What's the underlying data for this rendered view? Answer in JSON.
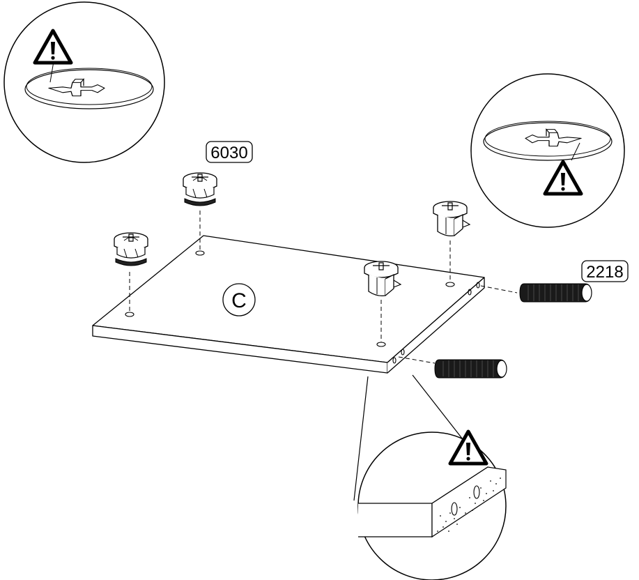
{
  "panel": {
    "letter": "C"
  },
  "parts": [
    {
      "id": "cam-lock",
      "code": "6030"
    },
    {
      "id": "dowel",
      "code": "2218"
    }
  ],
  "warnings": [
    {
      "id": "cam-orientation-left",
      "symbol": "!"
    },
    {
      "id": "cam-orientation-right",
      "symbol": "!"
    },
    {
      "id": "edge-holes",
      "symbol": "!"
    }
  ],
  "colors": {
    "line": "#000000",
    "background": "#ffffff",
    "dowel": "#1a1a1a"
  }
}
